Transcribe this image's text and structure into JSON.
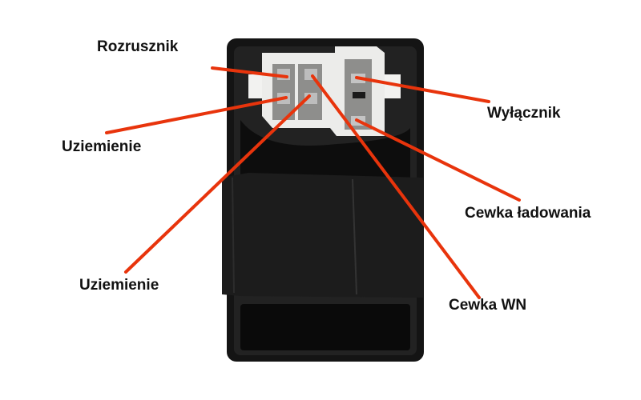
{
  "labels": {
    "starter": "Rozrusznik",
    "ground_1": "Uziemienie",
    "ground_2": "Uziemienie",
    "switch": "Wyłącznik",
    "charging_coil": "Cewka ładowania",
    "hv_coil": "Cewka WN"
  },
  "colors": {
    "leader_line": "#e8340c",
    "module_body": "#1a1a1a",
    "connector": "#ececea"
  }
}
